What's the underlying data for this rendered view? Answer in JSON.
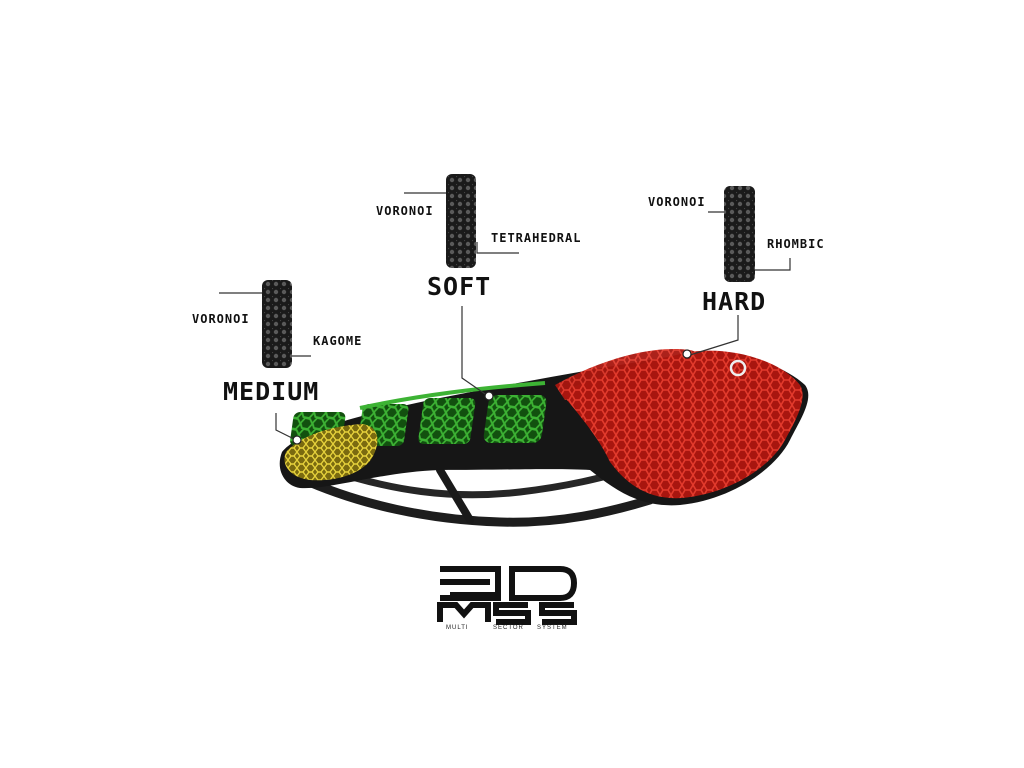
{
  "zones": {
    "medium": {
      "title": "MEDIUM",
      "structure_a": "VORONOI",
      "structure_b": "KAGOME",
      "color": "#d9c22e"
    },
    "soft": {
      "title": "SOFT",
      "structure_a": "VORONOI",
      "structure_b": "TETRAHEDRAL",
      "color": "#2e9a2b"
    },
    "hard": {
      "title": "HARD",
      "structure_a": "VORONOI",
      "structure_b": "RHOMBIC",
      "color": "#c8241c"
    }
  },
  "logo": {
    "line1": "3D",
    "line2": "MSS",
    "words": [
      "MULTI",
      "SECTOR",
      "SYSTEM"
    ]
  },
  "icons": {
    "saddle": "bike-saddle-image",
    "lattice": "lattice-sample-icon",
    "brand": "brand-emblem-icon"
  }
}
